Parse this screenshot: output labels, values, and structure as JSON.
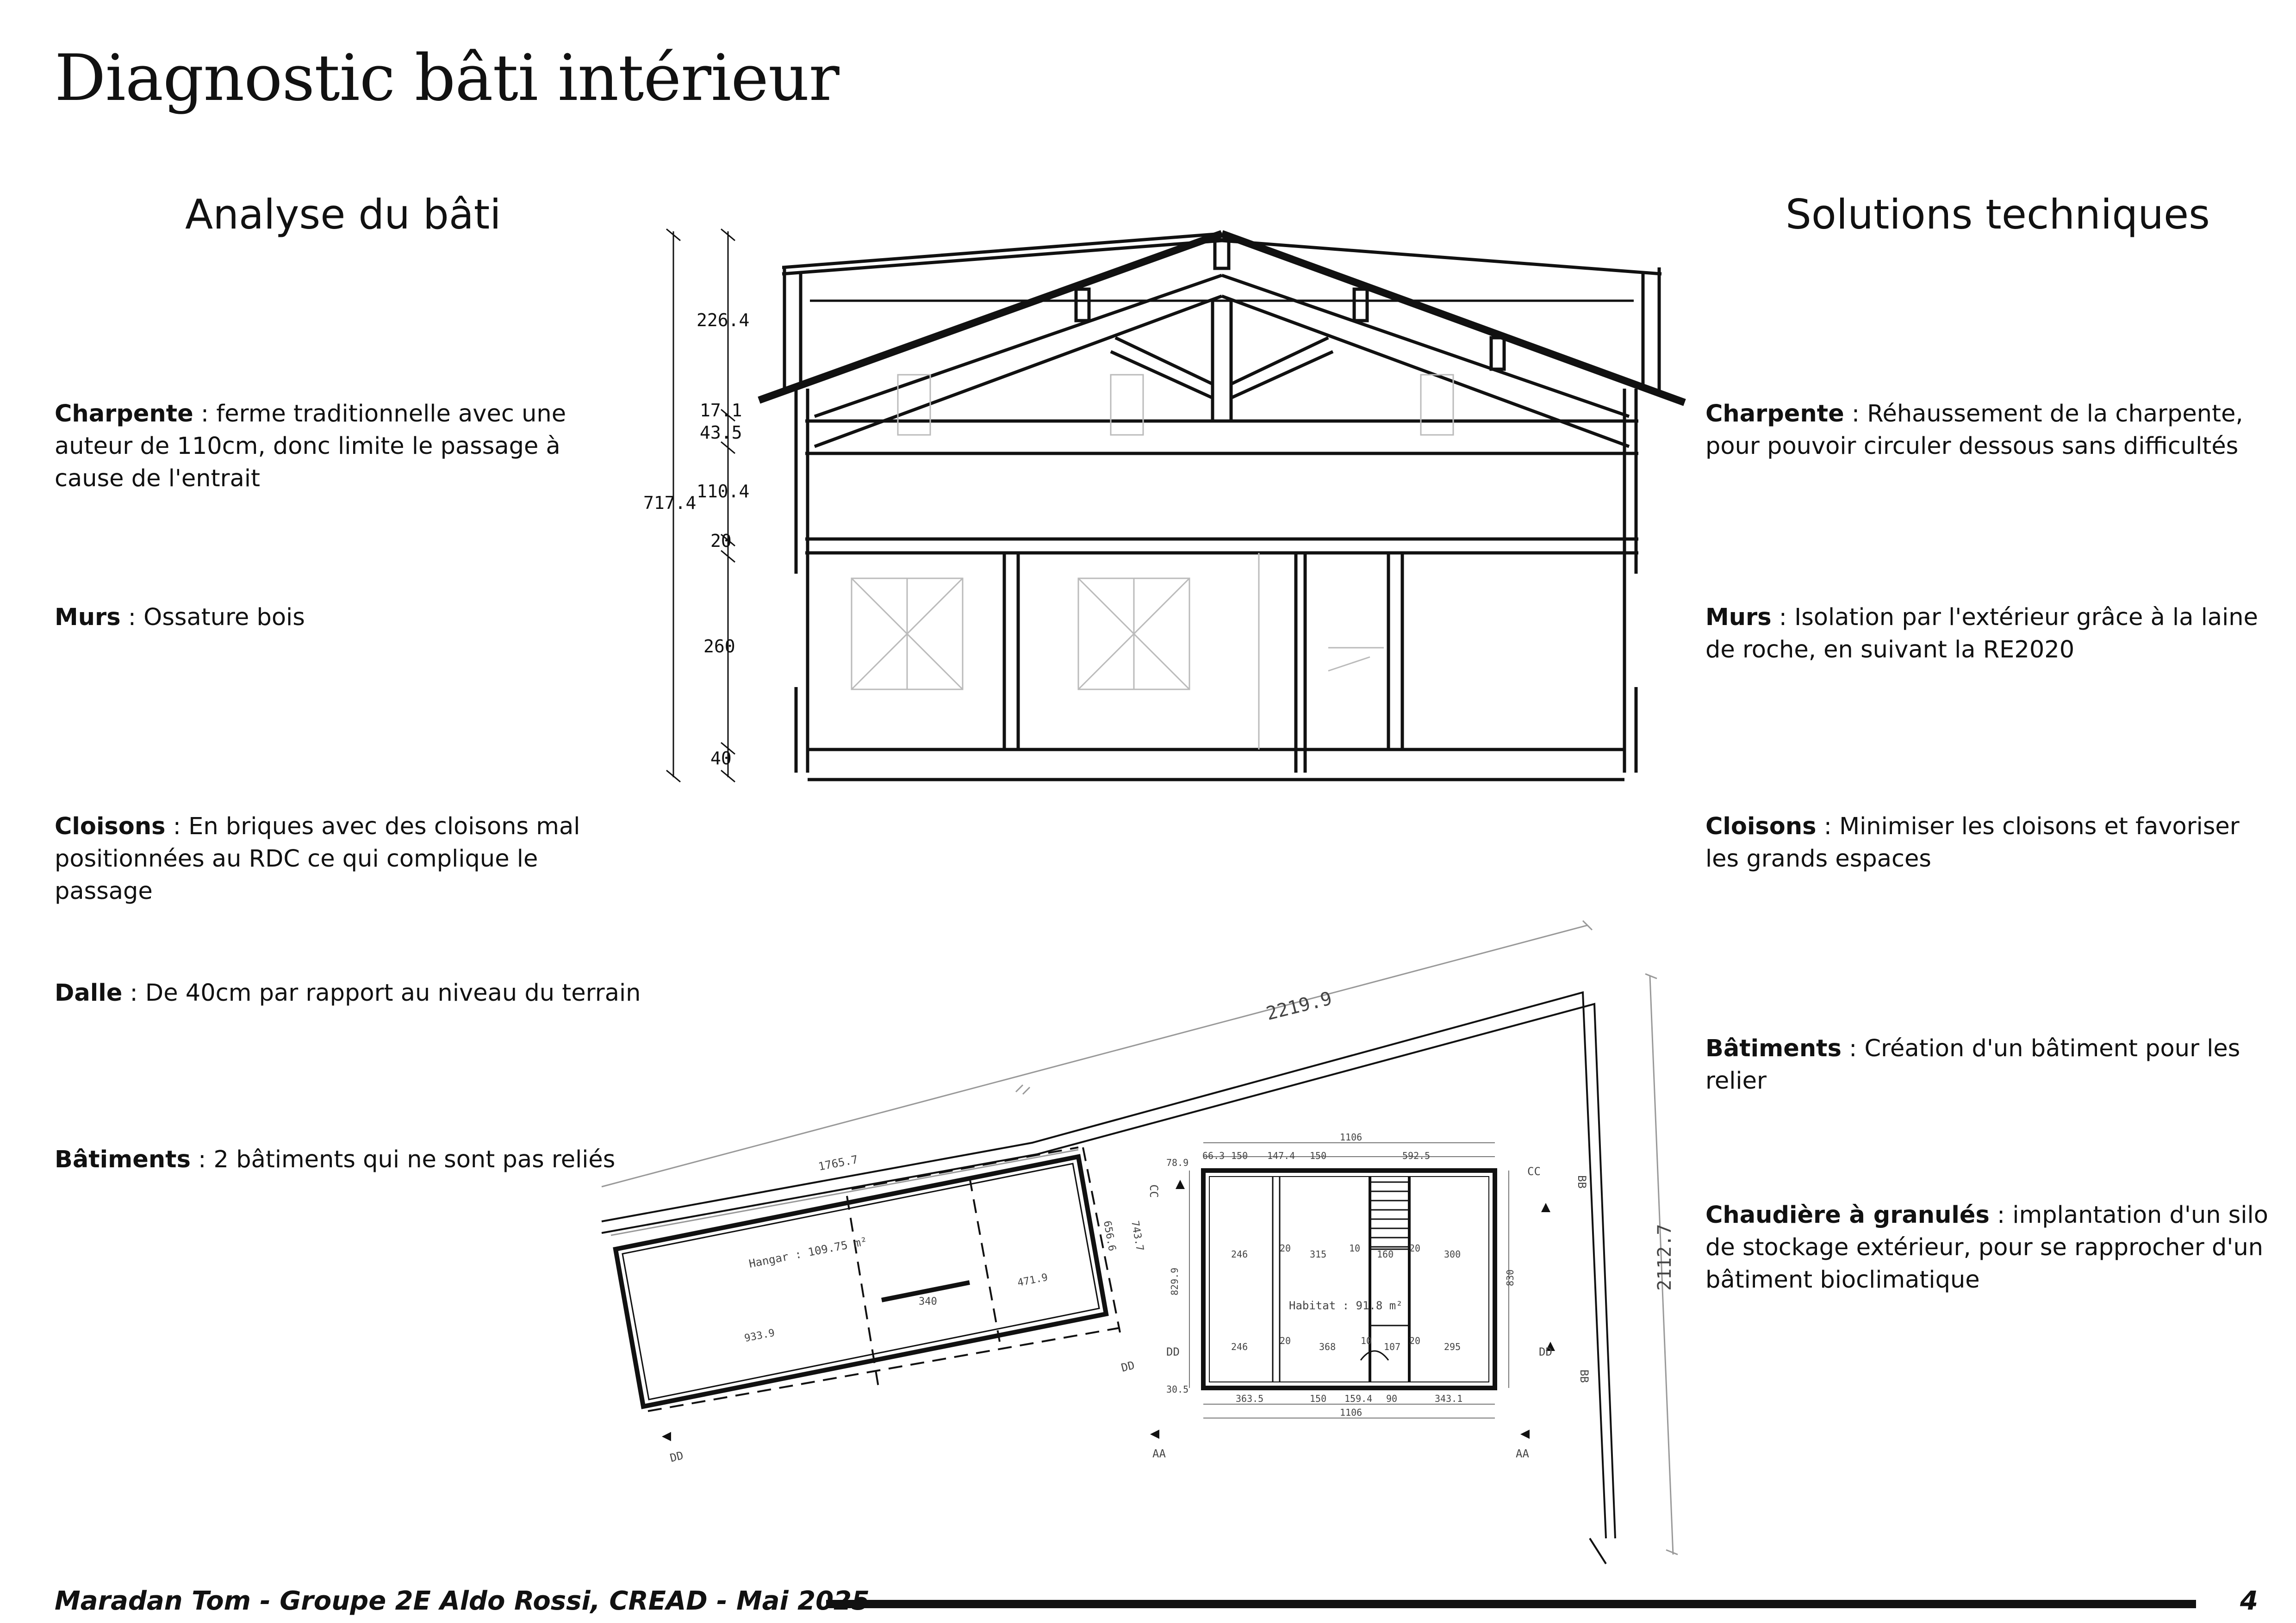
{
  "title": "Diagnostic bâti intérieur",
  "left_column": {
    "title": "Analyse du bâti",
    "items": [
      {
        "term": "Charpente",
        "text": " : ferme traditionnelle avec une auteur de 110cm, donc limite le passage à cause de l'entrait"
      },
      {
        "term": "Murs",
        "text": " : Ossature bois"
      },
      {
        "term": "Cloisons",
        "text": " : En briques avec des cloisons mal positionnées au RDC ce qui complique le passage"
      },
      {
        "term": "Dalle",
        "text": " : De 40cm par rapport au niveau du terrain"
      },
      {
        "term": "Bâtiments",
        "text": " : 2 bâtiments qui ne sont pas reliés"
      }
    ]
  },
  "right_column": {
    "title": "Solutions techniques",
    "items": [
      {
        "term": "Charpente",
        "text": " : Réhaussement de la charpente, pour pouvoir circuler dessous sans difficultés"
      },
      {
        "term": "Murs",
        "text": " : Isolation par l'extérieur grâce à la laine de roche, en suivant la RE2020"
      },
      {
        "term": "Cloisons",
        "text": " : Minimiser les cloisons et favoriser les grands espaces"
      },
      {
        "term": "Bâtiments",
        "text": " : Création d'un bâtiment pour les relier"
      },
      {
        "term": "Chaudière à granulés",
        "text": " : implantation d'un silo de stockage extérieur, pour se rapprocher d'un bâtiment bioclimatique"
      }
    ]
  },
  "section_drawing": {
    "dimensions": {
      "d1": "226.4",
      "d2": "17.1",
      "d3": "43.5",
      "d4": "110.4",
      "total": "717.4",
      "d5": "20",
      "d6": "260",
      "d7": "40"
    }
  },
  "site_plan": {
    "labels": {
      "site_top": "2219.9",
      "site_right": "2112.7",
      "hangar_top": "1765.7",
      "hangar": "Hangar : 109.75 m²",
      "hangar_a": "340",
      "hangar_b": "471.9",
      "hangar_c": "933.9",
      "hangar_d": "656.6",
      "hangar_e": "743.7",
      "habitat": "Habitat : 91.8 m²",
      "hab_top": "1106",
      "hab_bottom": "1106",
      "t1": "66.3",
      "t2": "150",
      "t3": "147.4",
      "t4": "150",
      "t5": "592.5",
      "b1": "363.5",
      "b2": "150",
      "b3": "159.4",
      "b4": "90",
      "b5": "343.1",
      "r1": "246",
      "r2": "20",
      "r3": "315",
      "r4": "10",
      "r5": "160",
      "r6": "20",
      "r7": "300",
      "s1": "246",
      "s2": "20",
      "s3": "368",
      "s4": "10",
      "s5": "107",
      "s6": "20",
      "s7": "295",
      "h_left": "829.9",
      "h_right": "830",
      "c1": "78.9",
      "c2": "30.5",
      "cut_cc_l": "CC",
      "cut_cc_r": "CC",
      "cut_bb_t": "BB",
      "cut_bb_b": "BB",
      "cut_dd_1": "DD",
      "cut_dd_2": "DD",
      "cut_dd_3": "DD",
      "cut_dd_4": "DD",
      "cut_aa_l": "AA",
      "cut_aa_r": "AA"
    }
  },
  "footer": {
    "text": "Maradan Tom - Groupe 2E Aldo Rossi, CREAD - Mai 2025",
    "page": "4"
  }
}
